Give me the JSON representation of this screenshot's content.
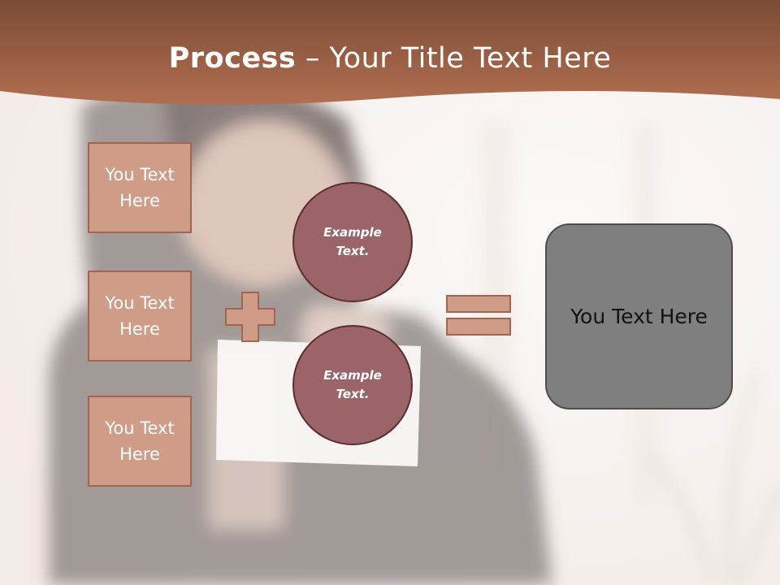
{
  "header": {
    "title_strong": "Process",
    "title_rest": " – Your Title Text Here"
  },
  "inputs": [
    {
      "label": "You Text Here"
    },
    {
      "label": "You Text Here"
    },
    {
      "label": "You Text Here"
    }
  ],
  "circles": [
    {
      "label": "Example Text."
    },
    {
      "label": "Example Text."
    }
  ],
  "result": {
    "label": "You Text Here"
  },
  "colors": {
    "header_brown": "#a9603f",
    "box_fill": "#cf9c88",
    "circle_fill": "#9b6468",
    "result_fill": "#7f7f7f"
  }
}
